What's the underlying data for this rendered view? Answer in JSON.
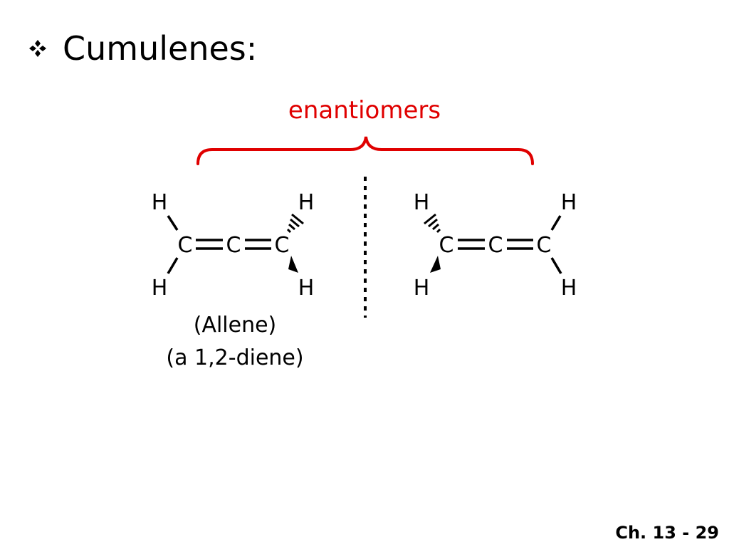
{
  "slide": {
    "title": "Cumulenes:",
    "bullet_icon": "four-diamond-bullet-icon"
  },
  "diagram": {
    "relation_label": "enantiomers",
    "relation_color": "#e00000",
    "molecule_left": {
      "atoms": {
        "c1": "C",
        "c2": "C",
        "c3": "C",
        "h_tl": "H",
        "h_bl": "H",
        "h_tr": "H",
        "h_br": "H"
      },
      "caption_line1": "(Allene)",
      "caption_line2": "(a 1,2-diene)"
    },
    "molecule_right": {
      "atoms": {
        "c1": "C",
        "c2": "C",
        "c3": "C",
        "h_tl": "H",
        "h_bl": "H",
        "h_tr": "H",
        "h_br": "H"
      }
    }
  },
  "footer": {
    "page_number": "Ch. 13 - 29"
  }
}
